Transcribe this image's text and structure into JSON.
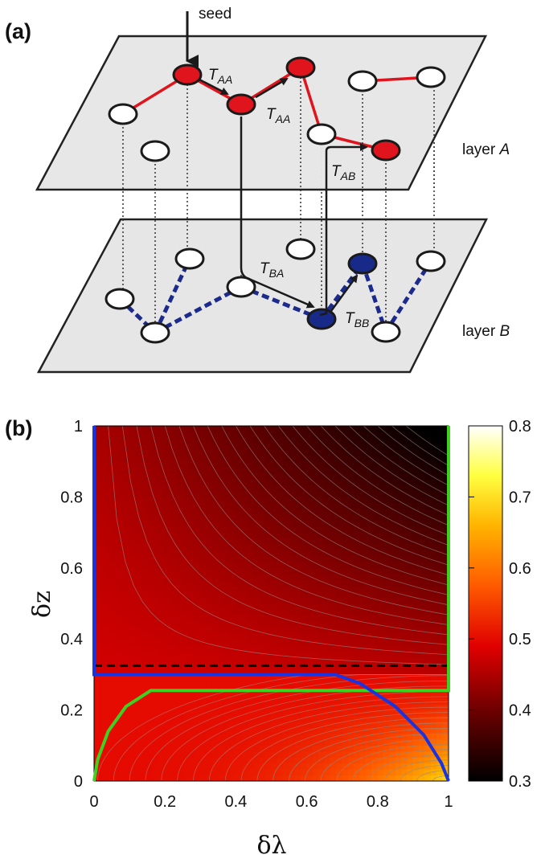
{
  "panel_a": {
    "label": "(a)",
    "seed_label": "seed",
    "layer_a": {
      "prefix": "layer ",
      "letter": "A"
    },
    "layer_b": {
      "prefix": "layer ",
      "letter": "B"
    },
    "transitions": [
      {
        "main": "T",
        "sub": "AA"
      },
      {
        "main": "T",
        "sub": "AA"
      },
      {
        "main": "T",
        "sub": "AB"
      },
      {
        "main": "T",
        "sub": "BA"
      },
      {
        "main": "T",
        "sub": "BB"
      }
    ],
    "colors": {
      "layer_a_edge": "#e0141c",
      "layer_b_edge": "#1b2a8c",
      "active_a": "#e0141c",
      "active_b": "#172a8a",
      "plane": "#e6e6e6"
    }
  },
  "panel_b": {
    "label": "(b)",
    "chart_data": {
      "type": "heatmap",
      "xlabel": "δλ",
      "ylabel": "δz",
      "xlim": [
        0,
        1
      ],
      "ylim": [
        0,
        1
      ],
      "x_ticks": [
        "0",
        "0.2",
        "0.4",
        "0.6",
        "0.8",
        "1"
      ],
      "y_ticks": [
        "0",
        "0.2",
        "0.4",
        "0.6",
        "0.8",
        "1"
      ],
      "colorbar": {
        "min": 0.3,
        "max": 0.8,
        "ticks": [
          "0.3",
          "0.4",
          "0.5",
          "0.6",
          "0.7",
          "0.8"
        ]
      },
      "dashed_line_y": 0.325,
      "blue_boundary": [
        [
          0,
          1
        ],
        [
          0,
          0.3
        ],
        [
          0.68,
          0.3
        ],
        [
          0.75,
          0.275
        ],
        [
          0.85,
          0.21
        ],
        [
          0.93,
          0.13
        ],
        [
          0.98,
          0.05
        ],
        [
          1.0,
          0
        ]
      ],
      "green_boundary": [
        [
          0,
          0
        ],
        [
          0.01,
          0.06
        ],
        [
          0.04,
          0.14
        ],
        [
          0.09,
          0.21
        ],
        [
          0.16,
          0.255
        ],
        [
          1.0,
          0.255
        ],
        [
          1.0,
          1
        ]
      ],
      "colors": {
        "blue_line": "#1a33e0",
        "green_line": "#3ed11f",
        "dashed": "#000000"
      }
    }
  }
}
